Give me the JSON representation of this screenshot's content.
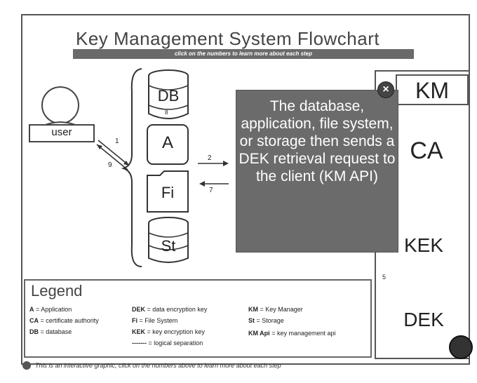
{
  "title": "Key Management System Flowchart",
  "subtitle": "click on the numbers to learn more about each step",
  "nodes": {
    "user": "user",
    "db": "DB",
    "app": "A",
    "file": "Fi",
    "storage": "St",
    "km": "KM",
    "ca": "CA",
    "kek": "KEK",
    "dek": "DEK"
  },
  "steps": {
    "s1": "1",
    "s2": "2",
    "s5": "5",
    "s7": "7",
    "s8": "8",
    "s9": "9"
  },
  "tooltip": {
    "text": "The database, application, file system, or storage then sends a DEK retrieval request to the client (KM API)",
    "close": "×"
  },
  "legend": {
    "title": "Legend",
    "col1": [
      {
        "key": "A",
        "value": "= Application"
      },
      {
        "key": "CA",
        "value": "= certificate authority"
      },
      {
        "key": "DB",
        "value": "= database"
      }
    ],
    "col2": [
      {
        "key": "DEK",
        "value": "= data encryption key"
      },
      {
        "key": "Fi",
        "value": "= File System"
      },
      {
        "key": "KEK",
        "value": "= key encryption key"
      },
      {
        "key": "-------",
        "value": "= logical separation"
      }
    ],
    "col3": [
      {
        "key": "KM",
        "value": "= Key Manager"
      },
      {
        "key": "St",
        "value": "= Storage"
      },
      {
        "key": "KM Api",
        "value": "= key management api"
      }
    ]
  },
  "footnote": "This is an interactive graphic, click on the numbers above to learn more about each step"
}
